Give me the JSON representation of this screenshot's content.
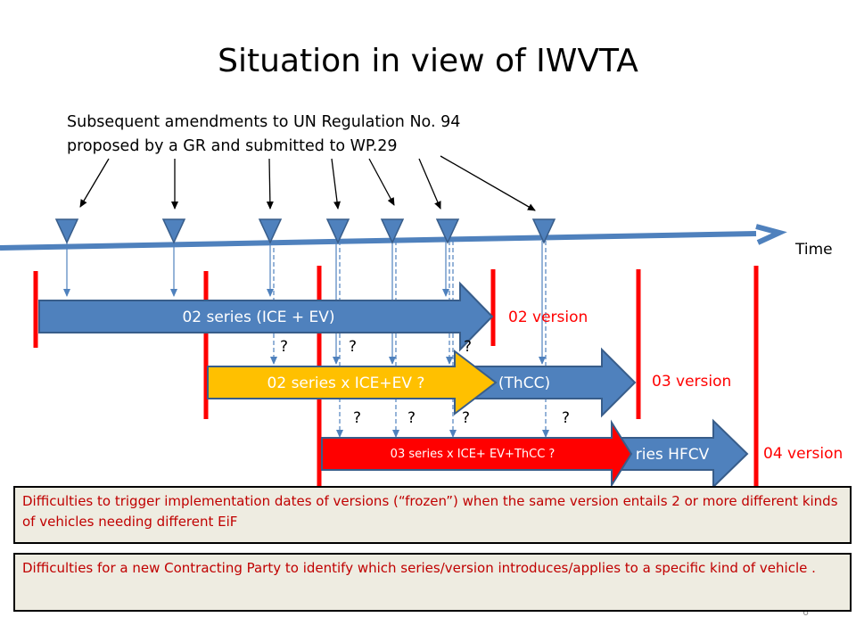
{
  "slide": {
    "title": "Situation in view of IWVTA",
    "subtitle_line1": "Subsequent amendments to UN Regulation No. 94",
    "subtitle_line2": "proposed by a GR and submitted to WP.29",
    "page_number": "6"
  },
  "timeline": {
    "label": "Time",
    "amendment_count": 7
  },
  "arrows": {
    "a02": "02 series (ICE + EV)",
    "a03_hidden": "(ThCC)",
    "a02x": "02 series x ICE+EV ?",
    "a04_hidden": "ries HFCV",
    "a03x": "03 series x ICE+ EV+ThCC  ?"
  },
  "versions": {
    "v02": "02 version",
    "v03": "03 version",
    "v04": "04 version"
  },
  "question_mark": "?",
  "notes": {
    "note1": "Difficulties to trigger implementation dates of versions (“frozen”) when the same version entails 2 or more different kinds of vehicles needing different EiF",
    "note2": "Difficulties for a new Contracting Party to identify which series/version introduces/applies to a specific kind of vehicle ."
  },
  "colors": {
    "accent_blue": "#4f81bd",
    "dark_blue_stroke": "#385d8a",
    "red": "#ff0000",
    "orange": "#ffc000",
    "note_text": "#c00000",
    "note_bg": "#eeece1"
  }
}
